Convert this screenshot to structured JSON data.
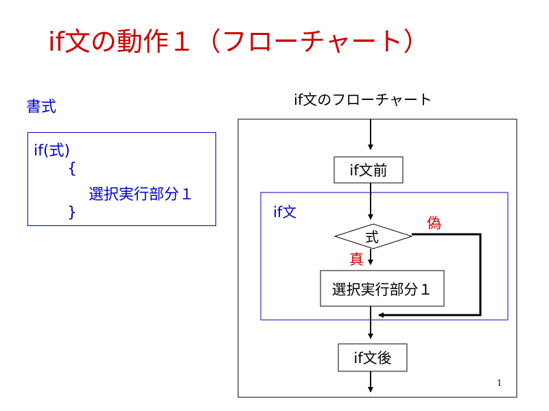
{
  "slide": {
    "title": "if文の動作１（フローチャート）",
    "page_number": "1"
  },
  "syntax": {
    "label": "書式",
    "code_lines": [
      "if(式)",
      "{",
      "選択実行部分１",
      "}"
    ]
  },
  "flowchart": {
    "caption": "if文のフローチャート",
    "before_label": "if文前",
    "if_region_label": "if文",
    "condition_label": "式",
    "true_label": "真",
    "false_label": "偽",
    "action_label": "選択実行部分１",
    "after_label": "if文後"
  },
  "colors": {
    "title": "#cc0000",
    "syntax_text": "#0000cc",
    "branch_labels": "#cc0000",
    "region_border": "#0000cc"
  }
}
